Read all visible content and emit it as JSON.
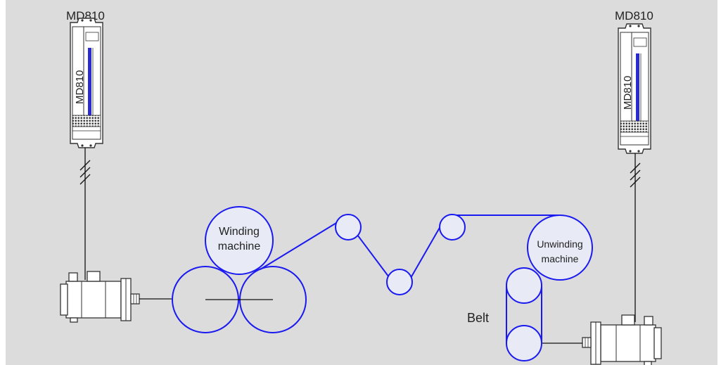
{
  "drives": {
    "left": {
      "title": "MD810",
      "body_text": "MD810"
    },
    "right": {
      "title": "MD810",
      "body_text": "MD810"
    }
  },
  "rolls": {
    "winding": [
      "Winding",
      "machine"
    ],
    "unwinding": [
      "Unwinding",
      "machine"
    ]
  },
  "labels": {
    "belt": "Belt"
  },
  "colors": {
    "background": "#dcdcdc",
    "web_line": "#1a1af0",
    "wire": "#111111",
    "drive_stripe": "#2b2bd0"
  },
  "icons": [
    "servo-drive-icon",
    "servo-motor-icon"
  ]
}
